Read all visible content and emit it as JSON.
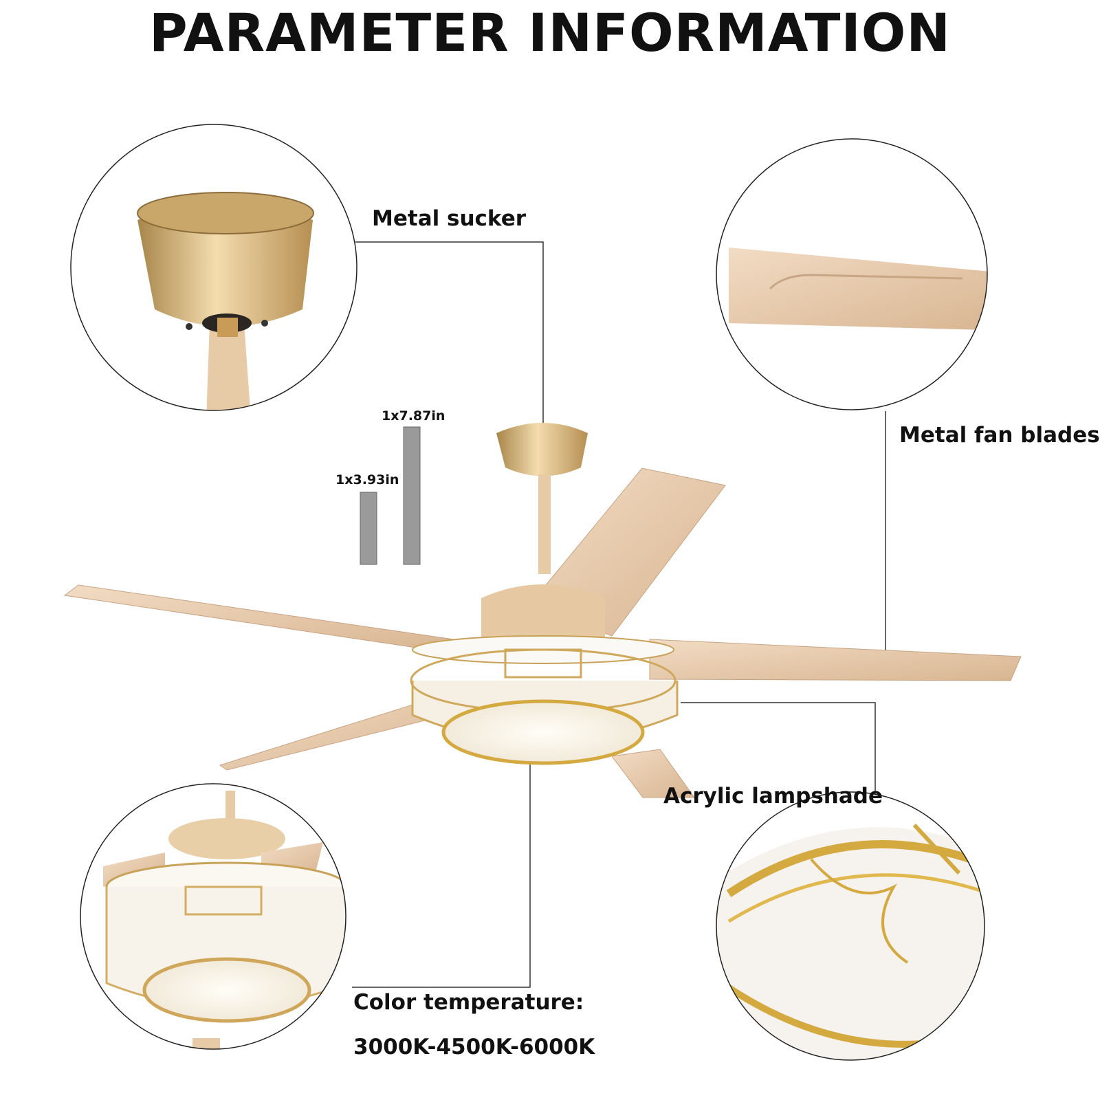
{
  "header": {
    "title": "PARAMETER INFORMATION"
  },
  "callouts": {
    "sucker": "Metal sucker",
    "blades": "Metal fan blades",
    "lampshade": "Acrylic lampshade",
    "color_temp_label": "Color temperature:",
    "color_temp_value": "3000K-4500K-6000K"
  },
  "downrods": {
    "long": "1x7.87in",
    "short": "1x3.93in"
  },
  "colors": {
    "gold": "#d9b26a",
    "blade": "#e8c9a8",
    "bar": "#9a9a9a",
    "line": "#333333"
  }
}
